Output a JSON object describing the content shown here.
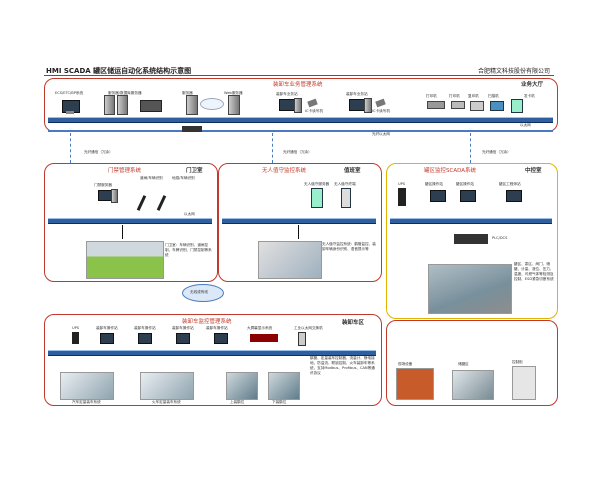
{
  "header": {
    "title": "HMI SCADA 罐区储运自动化系统结构示意图",
    "company": "合肥精文科技股份有限公司"
  },
  "top_panel": {
    "label": "装卸车业务管理系统",
    "location": "业务大厅",
    "devices": [
      "ECS/ETC/BP系统",
      "服务器/数据库服务器",
      "服务器",
      "Web服务器",
      "装卸车业务站",
      "IC卡读写机",
      "装卸车业务站",
      "IC卡读写机",
      "打印机",
      "打印机",
      "复印机",
      "扫描机",
      "发卡机"
    ],
    "bus_label": "以太网",
    "bus2_label": "光纤以太网"
  },
  "comm_labels": [
    "光纤通信（冗余）",
    "光纤通信（冗余）",
    "光纤通信（冗余）"
  ],
  "panel_gate": {
    "label": "门禁管理系统",
    "location": "门卫室",
    "devices": [
      "门禁服务器",
      "道闸/车辆识别",
      "地感/车辆识别"
    ],
    "bus_label": "以太网",
    "photo_caption": "门卫室：车辆识别、道闸控制、车牌识别、门禁控制等系统"
  },
  "panel_unmanned": {
    "label": "无人值守监控系统",
    "location": "值班室",
    "devices": [
      "无人值守服务器",
      "无人值守终端"
    ],
    "photo_caption": "无人值守监控系统：鹤管监控、装卸车辆身份识别、语音提示等"
  },
  "panel_scada": {
    "label": "罐区监控SCADA系统",
    "location": "中控室",
    "devices": [
      "UPS",
      "罐区操作站",
      "罐区操作站",
      "罐区工程师站"
    ],
    "plc_label": "PLC/DCS",
    "photo_caption": "罐区、泵区、阀门、储罐、计量、液位、压力、温度、可燃气体等检测及控制、ESD紧急切断系统"
  },
  "wireless_left": "无线或有线",
  "wireless_right": "无线或有线",
  "bottom_panel": {
    "label": "装卸车监控管理系统",
    "location": "装卸车区",
    "devices": [
      "UPS",
      "装卸车操作站",
      "装卸车操作站",
      "装卸车操作站",
      "装卸车操作站",
      "大屏幕显示系统",
      "工业以太网交换机"
    ],
    "caption": "鹤管、定量装车控制器、流量计、静电接地、防溢流、联锁控制、火车装卸车等系统，支持Modbus、Profibus、CAN等通讯协议",
    "photo_labels": [
      "汽车定量装车系统",
      "火车定量装车系统",
      "上装鹤位",
      "下装鹤位"
    ]
  },
  "bottom_right_photos": [
    "现场设备",
    "储罐区",
    "控制柜"
  ],
  "colors": {
    "panel_border": "#c0392b",
    "scada_border": "#e0b400",
    "bus": "#2f5f9f"
  }
}
